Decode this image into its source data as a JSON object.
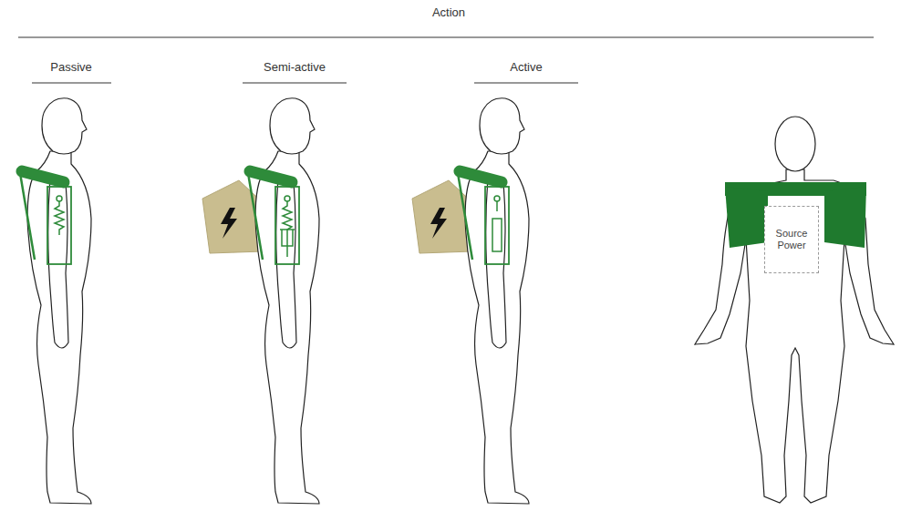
{
  "diagram": {
    "title": "Action",
    "nodes": [
      {
        "text": [
          "Source Power"
        ]
      }
    ],
    "labels": [
      "Passive",
      "Semi-active",
      "Active"
    ]
  }
}
